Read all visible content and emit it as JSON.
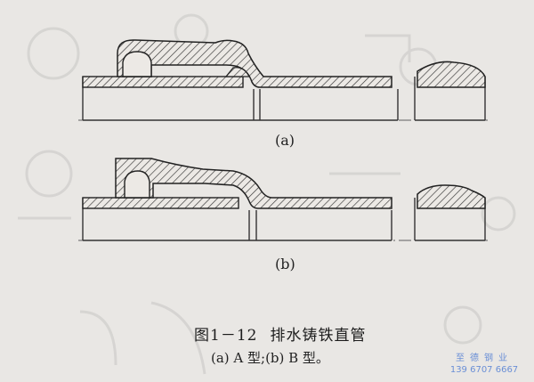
{
  "figure": {
    "sub_a": "(a)",
    "sub_b": "(b)",
    "caption_number": "图1－12",
    "caption_title": "排水铸铁直管",
    "caption_sub": "(a) A 型;(b) B 型。"
  },
  "watermark": {
    "line1": "至德钢业",
    "line2": "139 6707 6667"
  },
  "colors": {
    "background": "#e9e7e4",
    "ink": "#222222",
    "watermark": "#6a8fd6"
  }
}
